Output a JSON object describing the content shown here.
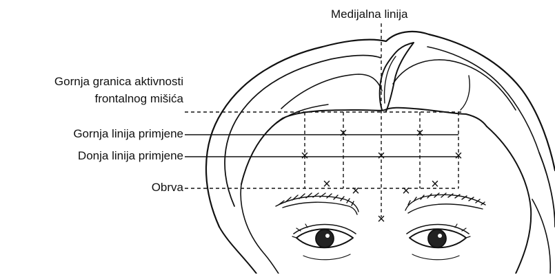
{
  "labels": {
    "midline": "Medijalna linija",
    "upper_boundary_line1": "Gornja granica aktivnosti",
    "upper_boundary_line2": "frontalnog mišića",
    "upper_application_line": "Gornja linija primjene",
    "lower_application_line": "Donja linija primjene",
    "eyebrow": "Obrva"
  },
  "marker_symbol": "×",
  "colors": {
    "ink": "#111111",
    "background": "#ffffff",
    "iris": "#222222"
  }
}
